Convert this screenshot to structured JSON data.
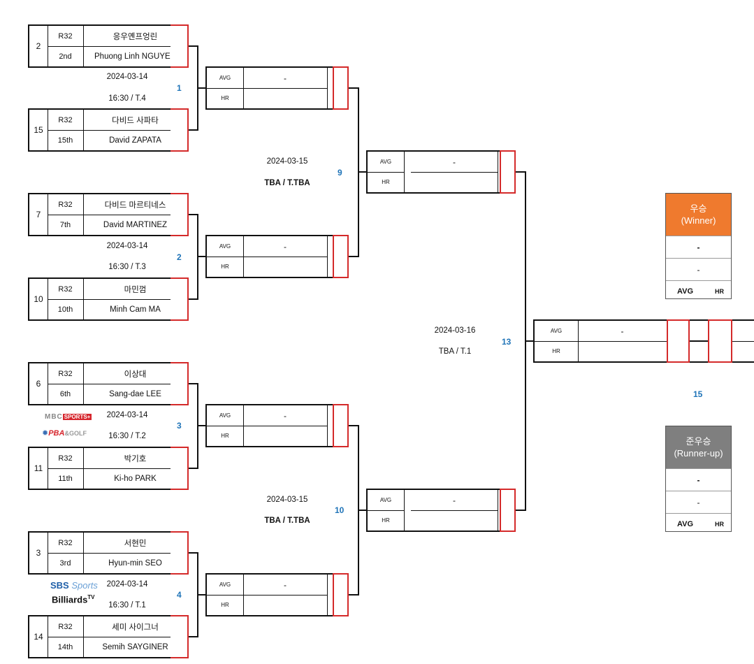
{
  "players": [
    {
      "seed": "2",
      "round": "R32",
      "rank": "2nd",
      "name_kr": "응우옌프엉린",
      "name_en": "Phuong Linh NGUYEN"
    },
    {
      "seed": "15",
      "round": "R32",
      "rank": "15th",
      "name_kr": "다비드 사파타",
      "name_en": "David ZAPATA"
    },
    {
      "seed": "7",
      "round": "R32",
      "rank": "7th",
      "name_kr": "다비드 마르티네스",
      "name_en": "David MARTINEZ"
    },
    {
      "seed": "10",
      "round": "R32",
      "rank": "10th",
      "name_kr": "마민껌",
      "name_en": "Minh Cam MA"
    },
    {
      "seed": "6",
      "round": "R32",
      "rank": "6th",
      "name_kr": "이상대",
      "name_en": "Sang-dae LEE"
    },
    {
      "seed": "11",
      "round": "R32",
      "rank": "11th",
      "name_kr": "박기호",
      "name_en": "Ki-ho PARK"
    },
    {
      "seed": "3",
      "round": "R32",
      "rank": "3rd",
      "name_kr": "서현민",
      "name_en": "Hyun-min SEO"
    },
    {
      "seed": "14",
      "round": "R32",
      "rank": "14th",
      "name_kr": "세미 사이그너",
      "name_en": "Semih SAYGINER"
    }
  ],
  "r16_info": [
    {
      "date": "2024-03-14",
      "time": "16:30 / T.4",
      "match_no": "1"
    },
    {
      "date": "2024-03-14",
      "time": "16:30 / T.3",
      "match_no": "2"
    },
    {
      "date": "2024-03-14",
      "time": "16:30 / T.2",
      "match_no": "3"
    },
    {
      "date": "2024-03-14",
      "time": "16:30 / T.1",
      "match_no": "4"
    }
  ],
  "qf_info": [
    {
      "date": "2024-03-15",
      "time": "TBA / T.TBA",
      "match_no": "9"
    },
    {
      "date": "2024-03-15",
      "time": "TBA / T.TBA",
      "match_no": "10"
    }
  ],
  "sf_info": {
    "date": "2024-03-16",
    "time": "TBA / T.1",
    "match_no": "13"
  },
  "final_match_no": "15",
  "stat_labels": {
    "avg": "AVG",
    "hr": "HR"
  },
  "empty_value": "-",
  "winner": {
    "title": "우승",
    "subtitle": "(Winner)",
    "name": "-",
    "score": "-",
    "avg": "AVG",
    "hr": "HR",
    "color": "#ef7a2e"
  },
  "runner_up": {
    "title": "준우승",
    "subtitle": "(Runner-up)",
    "name": "-",
    "score": "-",
    "avg": "AVG",
    "hr": "HR",
    "color": "#7f7f7f"
  },
  "broadcasters": {
    "mbc": "MBC SPORTS+",
    "pba": "PBA&GOLF",
    "sbs": "SBS Sports",
    "billiards": "Billiards TV"
  },
  "colors": {
    "accent_red": "#d42a2a",
    "match_number_blue": "#1f74b8"
  }
}
